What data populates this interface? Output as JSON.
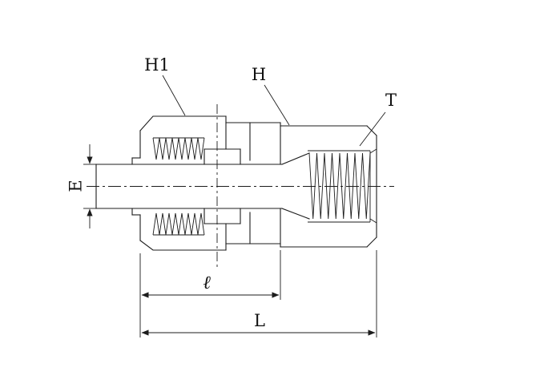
{
  "drawing": {
    "labels": {
      "H1": "H1",
      "H": "H",
      "T": "T",
      "E": "E",
      "l": "ℓ",
      "L": "L"
    },
    "colors": {
      "line": "#1c1c1c",
      "background": "#ffffff"
    }
  }
}
